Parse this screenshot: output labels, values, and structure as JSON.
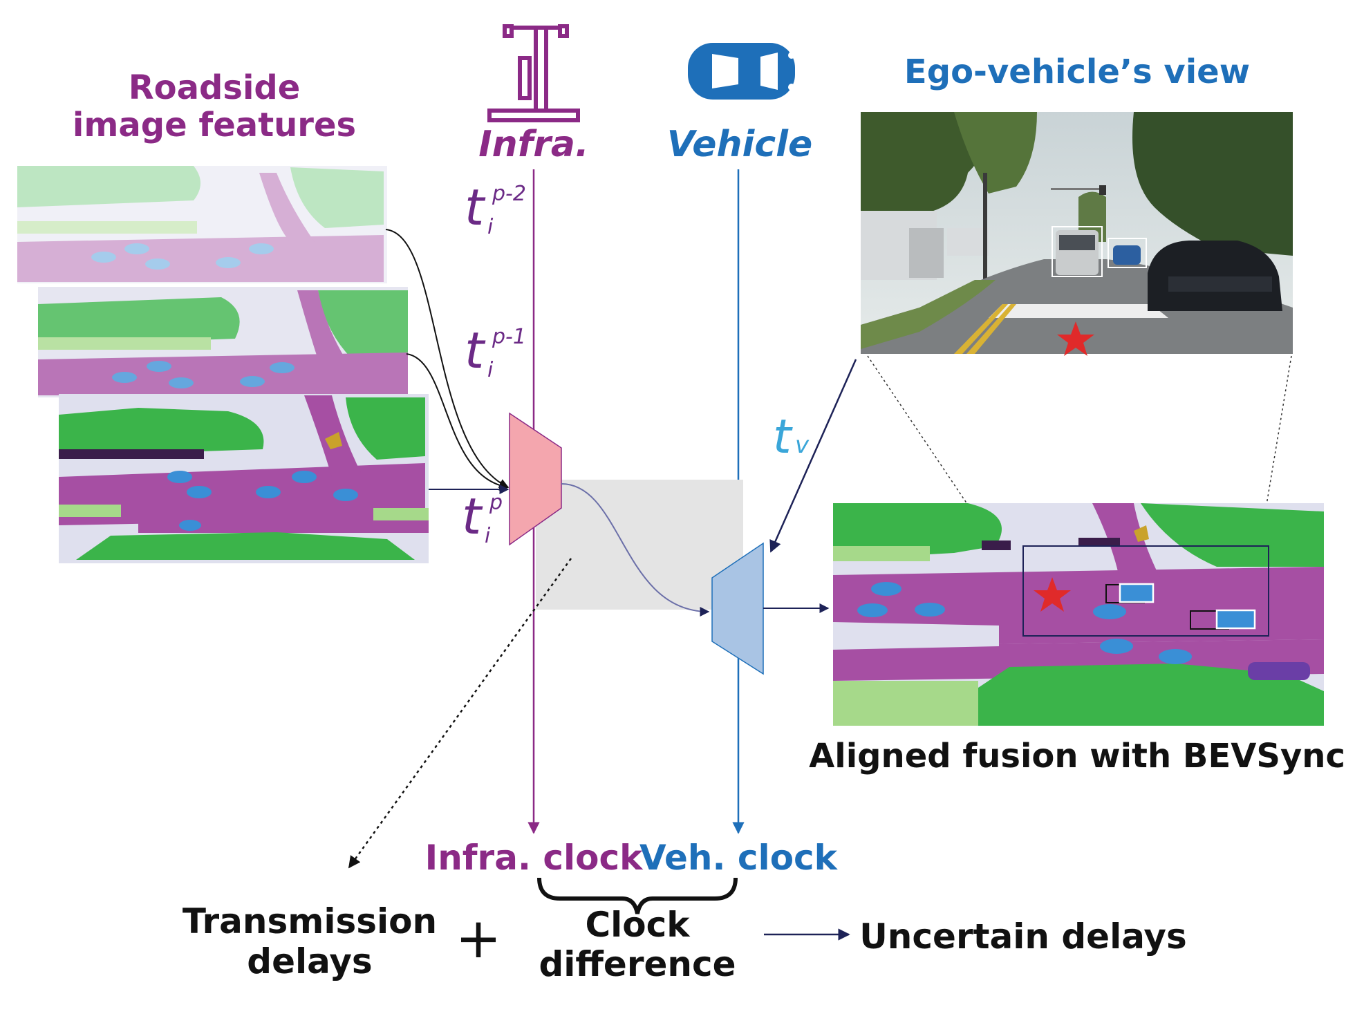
{
  "labels": {
    "roadside_line1": "Roadside",
    "roadside_line2": "image features",
    "infra": "Infra.",
    "vehicle": "Vehicle",
    "ego_view": "Ego-vehicle’s view",
    "aligned": "Aligned fusion with BEVSync",
    "infra_clock": "Infra. clock",
    "veh_clock": "Veh. clock",
    "transmission_line1": "Transmission",
    "transmission_line2": "delays",
    "plus": "+",
    "clock_diff_line1": "Clock",
    "clock_diff_line2": "difference",
    "uncertain": "Uncertain delays"
  },
  "timestamps": {
    "t2_base": "t",
    "t2_sub": "i",
    "t2_sup": "p-2",
    "t1_base": "t",
    "t1_sub": "i",
    "t1_sup": "p-1",
    "t0_base": "t",
    "t0_sub": "i",
    "t0_sup": "p",
    "tv_base": "t",
    "tv_sub": "v"
  },
  "colors": {
    "infra_purple": "#8b2a86",
    "vehicle_blue": "#1e6fb9",
    "tv_cyan": "#3aa6d9",
    "encoder_pink": "#f4a6ae",
    "decoder_blue": "#a9c4e4",
    "bev_purple": "#a64fa3",
    "bev_green": "#3bb44a",
    "bev_light_green": "#a6d98a",
    "bev_white": "#dfe0ee",
    "bev_blue": "#3a8fd6",
    "star_red": "#e02a2a"
  },
  "icons": {
    "infra": "roadside-unit-icon",
    "vehicle": "car-top-view-icon"
  }
}
